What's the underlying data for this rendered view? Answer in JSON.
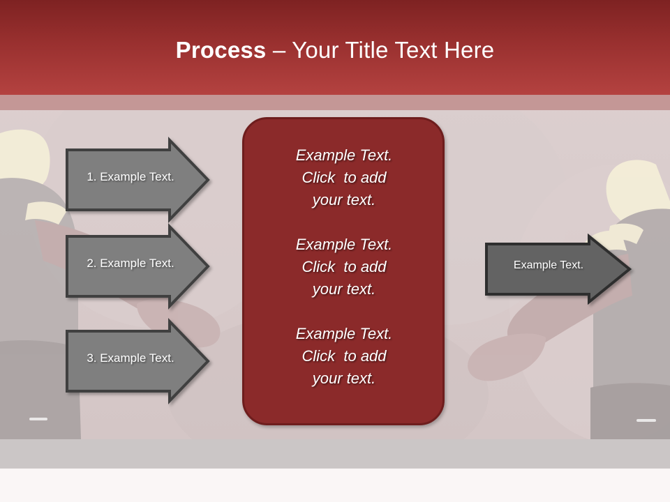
{
  "slide": {
    "title_strong": "Process",
    "title_rest": " – Your Title Text Here",
    "accent_color": "#99302f",
    "header_underline_color": "#c49796",
    "background_color": "#d8cbcb"
  },
  "inputs": {
    "arrows": [
      {
        "label": "1. Example Text.",
        "fill": "#7f7f7f",
        "stroke": "#3f3f3f"
      },
      {
        "label": "2. Example Text.",
        "fill": "#7f7f7f",
        "stroke": "#3f3f3f"
      },
      {
        "label": "3. Example Text.",
        "fill": "#7f7f7f",
        "stroke": "#3f3f3f"
      }
    ]
  },
  "center": {
    "fill": "#8b2a2a",
    "stroke": "#6e1d1d",
    "paragraphs": [
      "Example Text.\nClick  to add\nyour text.",
      "Example Text.\nClick  to add\nyour text.",
      "Example Text.\nClick  to add\nyour text."
    ]
  },
  "output": {
    "arrow": {
      "label": "Example Text.",
      "fill": "#636363",
      "stroke": "#2f2f2f"
    }
  }
}
